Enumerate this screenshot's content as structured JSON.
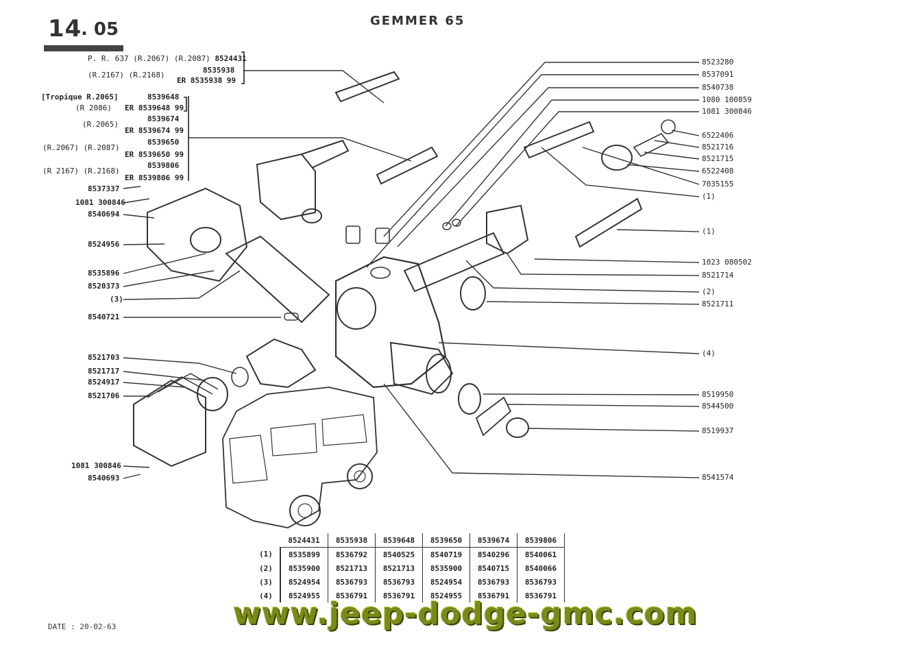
{
  "page": {
    "number_major": "14",
    "number_minor": ". 05",
    "title": "GEMMER 65",
    "date": "DATE : 20-02-63"
  },
  "header_refs": {
    "line1_prefix": "P. R. 637 (R.2067) (R.2087)",
    "line1_part": "8524431",
    "line2_prefix": "(R.2167) (R.2168)",
    "line2_part_a": "8535938",
    "line2_part_b": "ER 8535938 99"
  },
  "left_variants": [
    {
      "label1": "[Tropique R.2065]",
      "label2": "(R 2086)",
      "part_a": "8539648",
      "part_b": "ER 8539648 99"
    },
    {
      "label1": "(R.2065)",
      "label2": "",
      "part_a": "8539674",
      "part_b": "ER 8539674 99"
    },
    {
      "label1": "(R.2067) (R.2087)",
      "label2": "",
      "part_a": "8539650",
      "part_b": "ER 8539650 99"
    },
    {
      "label1": "(R 2167) (R.2168)",
      "label2": "",
      "part_a": "8539806",
      "part_b": "ER 8539806 99"
    }
  ],
  "left_callouts": [
    "8537337",
    "1081 300846",
    "8540694",
    "8524956",
    "8535896",
    "8520373",
    "(3)",
    "8540721",
    "8521703",
    "8521717",
    "8524917",
    "8521706",
    "1081 300846",
    "8540693"
  ],
  "right_callouts": [
    "8523280",
    "8537091",
    "8540738",
    "1080 100859",
    "1081 300846",
    "6522406",
    "8521716",
    "8521715",
    "6522408",
    "7035155",
    "(1)",
    "(1)",
    "1023 080502",
    "8521714",
    "(2)",
    "8521711",
    "(4)",
    "8519950",
    "8544500",
    "8519937",
    "8541574"
  ],
  "table": {
    "headers": [
      "8524431",
      "8535938",
      "8539648",
      "8539650",
      "8539674",
      "8539806"
    ],
    "rows": [
      {
        "label": "(1)",
        "cells": [
          "8535899",
          "8536792",
          "8540525",
          "8540719",
          "8540296",
          "8540061"
        ]
      },
      {
        "label": "(2)",
        "cells": [
          "8535900",
          "8521713",
          "8521713",
          "8535900",
          "8540715",
          "8540066"
        ]
      },
      {
        "label": "(3)",
        "cells": [
          "8524954",
          "8536793",
          "8536793",
          "8524954",
          "8536793",
          "8536793"
        ]
      },
      {
        "label": "(4)",
        "cells": [
          "8524955",
          "8536791",
          "8536791",
          "8524955",
          "8536791",
          "8536791"
        ]
      }
    ]
  },
  "watermark": "www.jeep-dodge-gmc.com"
}
